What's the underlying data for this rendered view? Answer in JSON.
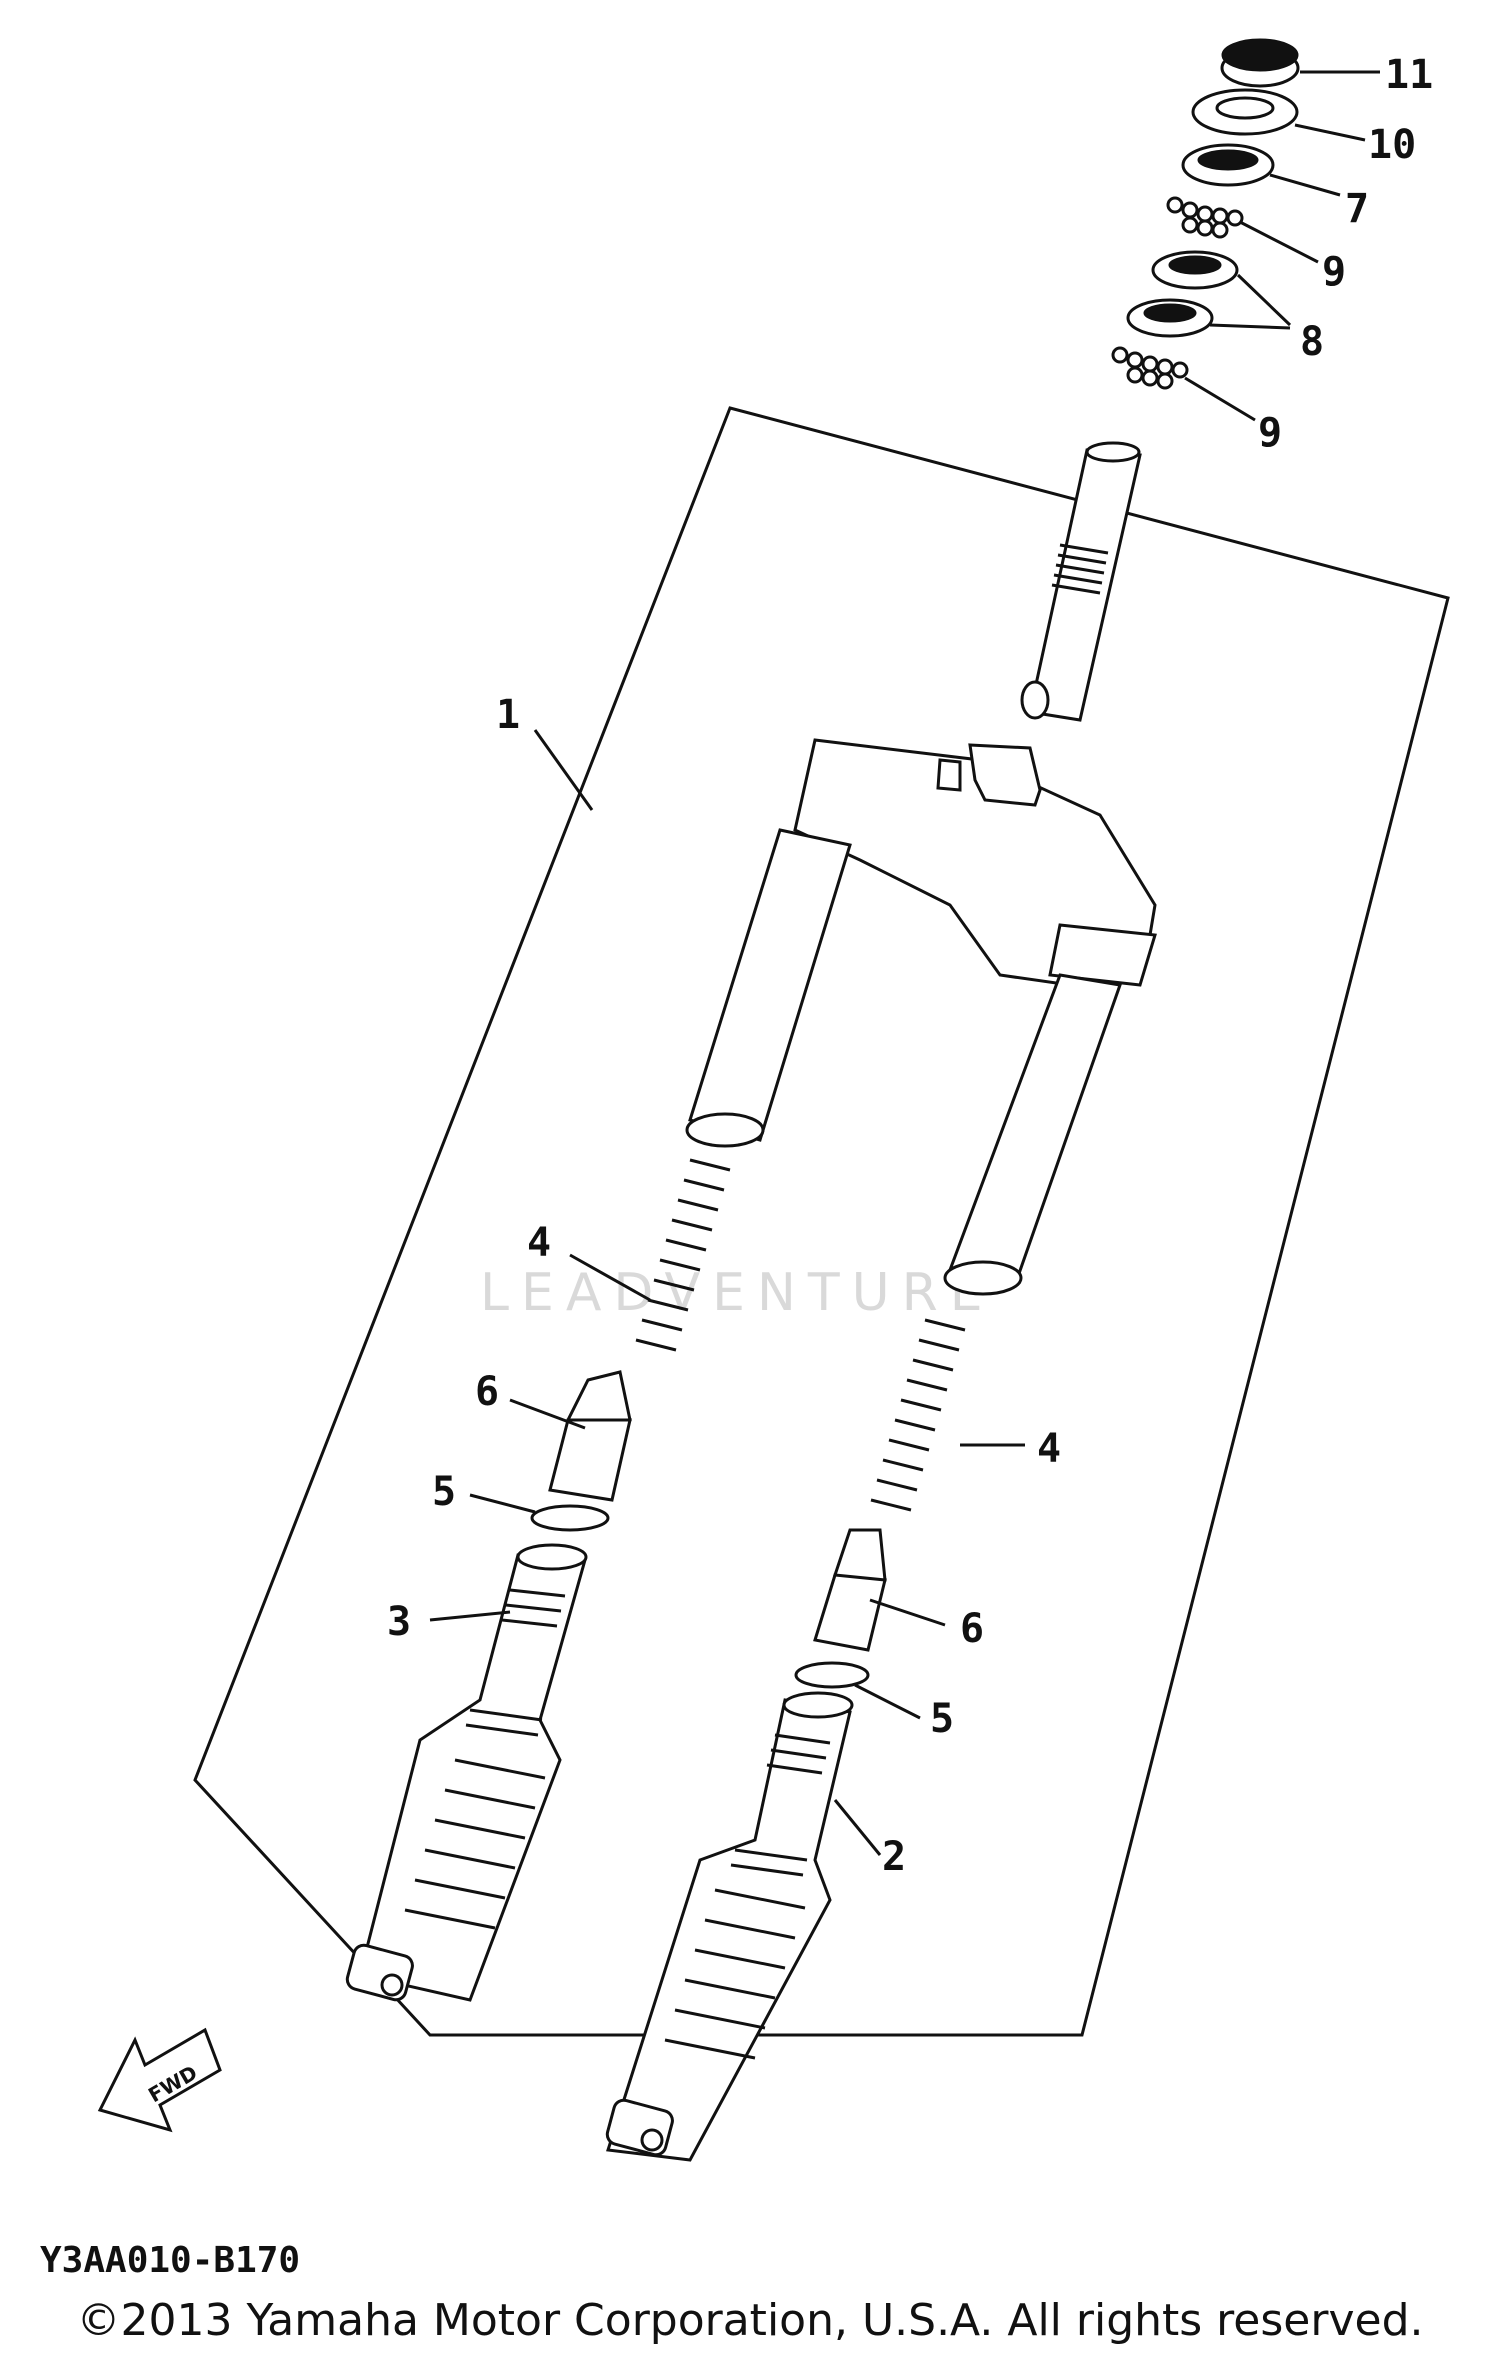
{
  "diagram_code": "Y3AA010-B170",
  "copyright": "©2013 Yamaha Motor Corporation, U.S.A. All rights reserved.",
  "watermark": "LEADVENTURE",
  "fwd_label": "FWD",
  "callouts": {
    "c1": "1",
    "c2": "2",
    "c3": "3",
    "c4_left": "4",
    "c4_right": "4",
    "c5_left": "5",
    "c5_right": "5",
    "c6_left": "6",
    "c6_right": "6",
    "c7": "7",
    "c8": "8",
    "c9_upper": "9",
    "c9_lower": "9",
    "c10": "10",
    "c11": "11"
  },
  "icons": [
    "fwd-arrow-icon"
  ]
}
